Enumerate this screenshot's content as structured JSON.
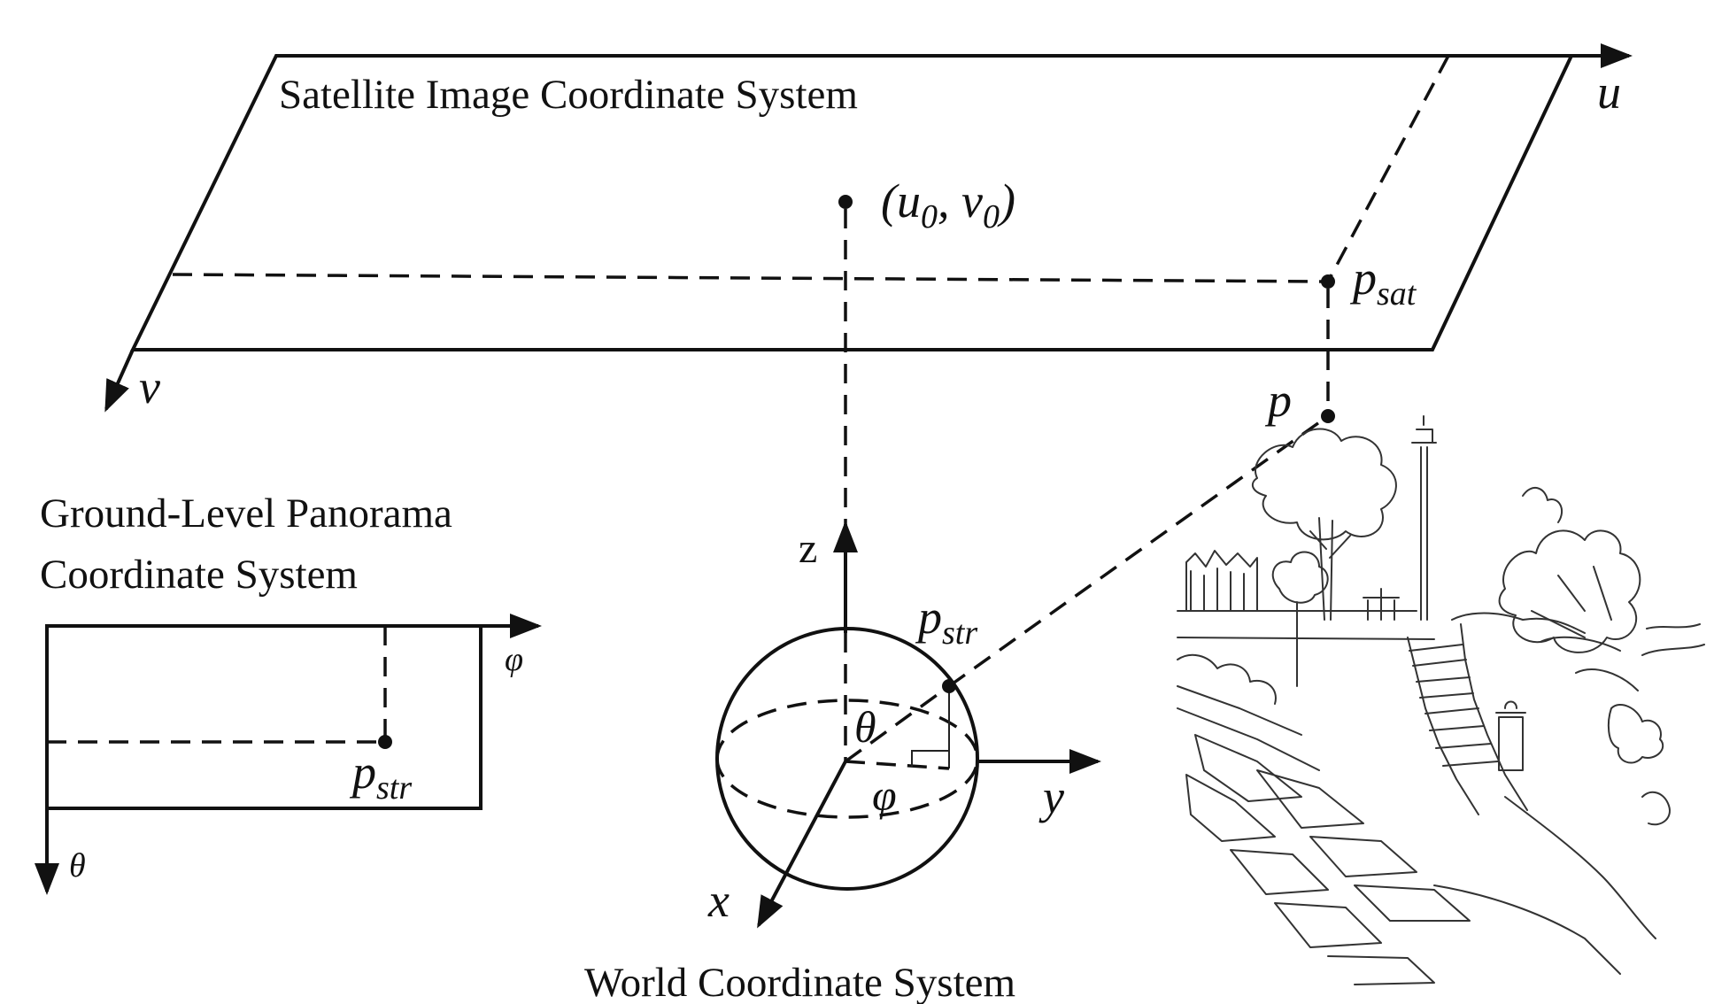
{
  "satellite": {
    "title": "Satellite Image Coordinate System",
    "axis_u": "u",
    "axis_v": "v",
    "center": {
      "base": "(u",
      "sub1": "0",
      "mid": ", v",
      "sub2": "0",
      "end": ")"
    },
    "point_sat": {
      "base": "p",
      "sub": "sat"
    },
    "point_p": "p"
  },
  "panorama": {
    "title_line1": "Ground-Level Panorama",
    "title_line2": "Coordinate System",
    "axis_phi": "φ",
    "axis_theta": "θ",
    "point": {
      "base": "p",
      "sub": "str"
    }
  },
  "world": {
    "title": "World Coordinate System",
    "axis_z": "z",
    "axis_y": "y",
    "axis_x": "x",
    "angle_theta": "θ",
    "angle_phi": "φ",
    "point": {
      "base": "p",
      "sub": "str"
    }
  }
}
